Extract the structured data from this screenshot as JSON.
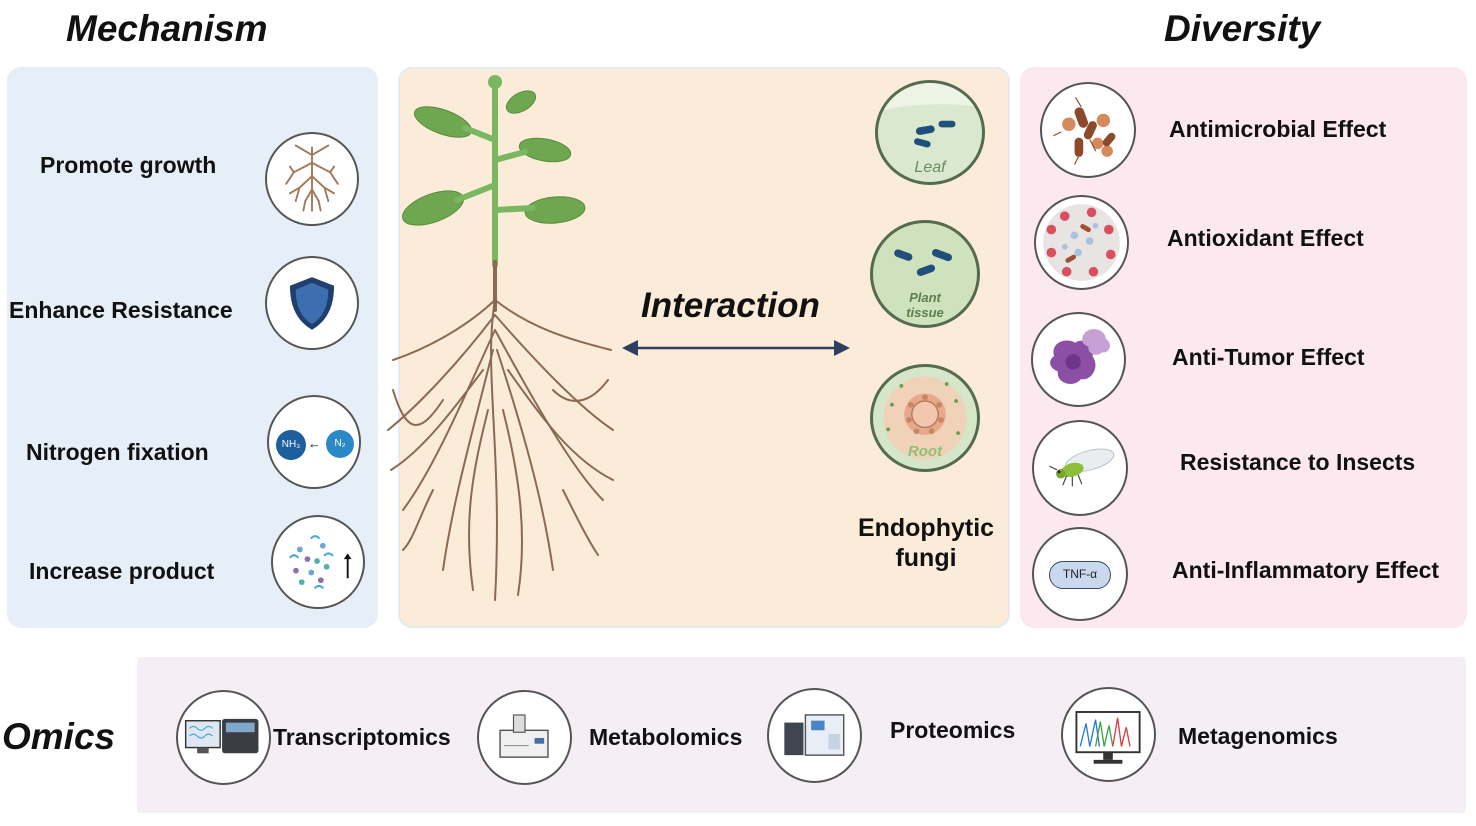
{
  "headings": {
    "mechanism": "Mechanism",
    "diversity": "Diversity",
    "interaction": "Interaction",
    "omics": "Omics"
  },
  "mechanism_items": [
    {
      "label": "Promote growth",
      "icon": "roots-icon"
    },
    {
      "label": "Enhance Resistance",
      "icon": "shield-icon"
    },
    {
      "label": "Nitrogen fixation",
      "icon": "nitrogen-icon",
      "left_chip": "NH₃",
      "right_chip": "N₂"
    },
    {
      "label": "Increase product",
      "icon": "product-increase-icon"
    }
  ],
  "fungi": {
    "label_line1": "Endophytic",
    "label_line2": "fungi",
    "leaf_label": "Leaf",
    "tissue_label_line1": "Plant",
    "tissue_label_line2": "tissue",
    "root_label": "Root"
  },
  "diversity_items": [
    {
      "label": "Antimicrobial Effect",
      "icon": "microbe-icon"
    },
    {
      "label": "Antioxidant Effect",
      "icon": "cell-icon"
    },
    {
      "label": "Anti-Tumor Effect",
      "icon": "tumor-cell-icon"
    },
    {
      "label": "Resistance to Insects",
      "icon": "insect-icon"
    },
    {
      "label": "Anti-Inflammatory Effect",
      "icon": "tnf-icon",
      "chip": "TNF-α"
    }
  ],
  "omics_items": [
    {
      "label": "Transcriptomics",
      "icon": "sequencer-icon"
    },
    {
      "label": "Metabolomics",
      "icon": "mass-spec-icon"
    },
    {
      "label": "Proteomics",
      "icon": "analyzer-icon"
    },
    {
      "label": "Metagenomics",
      "icon": "monitor-chromatogram-icon"
    }
  ],
  "colors": {
    "mechanism_panel": "#e6eef7",
    "interaction_panel": "#fbecd9",
    "diversity_panel": "#fbe9ef",
    "omics_panel": "#f5eef5",
    "stem_green": "#7bb661",
    "root_brown": "#8a6a52",
    "arrow_navy": "#2d3e63"
  }
}
